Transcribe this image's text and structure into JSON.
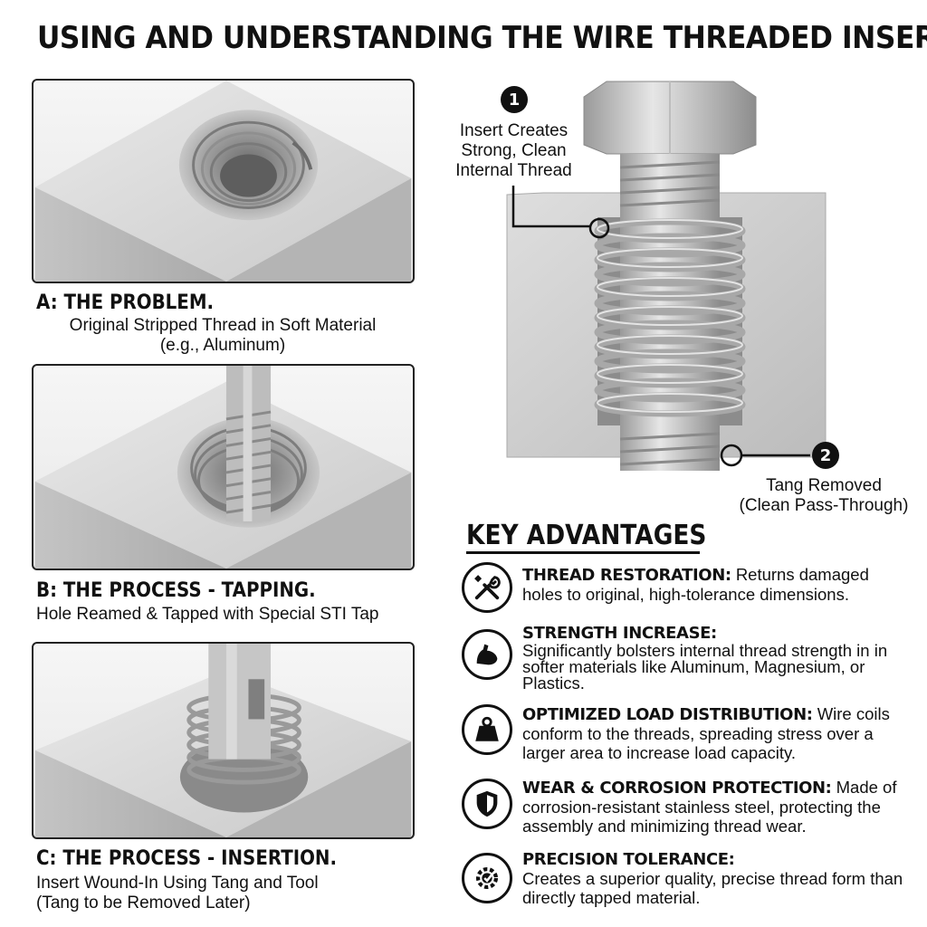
{
  "title": "USING AND UNDERSTANDING THE WIRE THREADED INSERT",
  "panels": [
    {
      "heading": "A: THE PROBLEM.",
      "lines": [
        "Original Stripped Thread in Soft Material",
        "(e.g., Aluminum)"
      ]
    },
    {
      "heading": "B: THE PROCESS - TAPPING.",
      "lines": [
        "Hole Reamed & Tapped with Special STI Tap"
      ]
    },
    {
      "heading": "C: THE PROCESS - INSERTION.",
      "lines": [
        "Insert Wound-In Using Tang and Tool",
        "(Tang to be Removed Later)"
      ]
    }
  ],
  "callouts": [
    {
      "number": "1",
      "lines": [
        "Insert Creates",
        "Strong, Clean",
        "Internal Thread"
      ]
    },
    {
      "number": "2",
      "lines": [
        "Tang Removed",
        "(Clean Pass-Through)"
      ]
    }
  ],
  "advantages": {
    "title": "KEY ADVANTAGES",
    "items": [
      {
        "icon": "wrench-screwdriver-icon",
        "label": "THREAD RESTORATION:",
        "text": "Returns damaged holes to original, high-tolerance dimensions."
      },
      {
        "icon": "flexed-arm-icon",
        "label": "STRENGTH INCREASE:",
        "text": "Significantly bolsters internal thread strength in in softer materials like Aluminum, Magnesium, or Plastics."
      },
      {
        "icon": "weight-icon",
        "label": "OPTIMIZED LOAD DISTRIBUTION:",
        "text": "Wire coils conform to the threads, spreading stress over a larger area to increase load capacity."
      },
      {
        "icon": "shield-icon",
        "label": "WEAR & CORROSION PROTECTION:",
        "text": "Made of corrosion-resistant stainless steel, protecting the assembly and minimizing thread wear."
      },
      {
        "icon": "precision-gear-icon",
        "label": "PRECISION TOLERANCE:",
        "text": "Creates a superior quality, precise thread form than directly tapped material."
      }
    ]
  },
  "colors": {
    "text": "#111111",
    "metal_light": "#e2e2e2",
    "metal_mid": "#b8b8b8",
    "metal_dark": "#8a8a8a"
  }
}
